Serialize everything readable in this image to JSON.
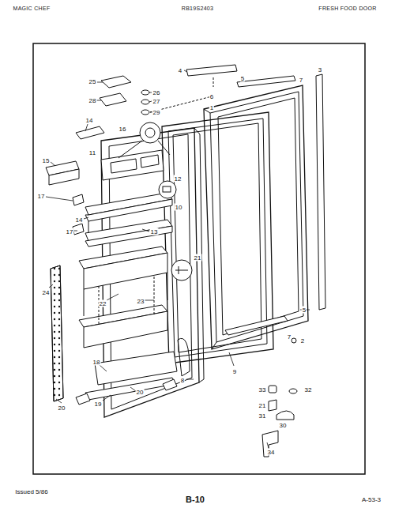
{
  "diagram": {
    "labels": [
      "MAGIC CHEF",
      "RB19S2403",
      "FRESH FOOD DOOR",
      "4",
      "5",
      "7",
      "3",
      "25",
      "26",
      "27",
      "28",
      "29",
      "6",
      "1",
      "14",
      "16",
      "11",
      "15",
      "12",
      "10",
      "17",
      "14",
      "17",
      "13",
      "21",
      "24",
      "22",
      "23",
      "18",
      "20",
      "19",
      "20",
      "8",
      "9",
      "7",
      "2",
      "5",
      "33",
      "32",
      "21",
      "30",
      "31",
      "34",
      "Issued 5/86",
      "B-10",
      "A-53-3"
    ]
  }
}
